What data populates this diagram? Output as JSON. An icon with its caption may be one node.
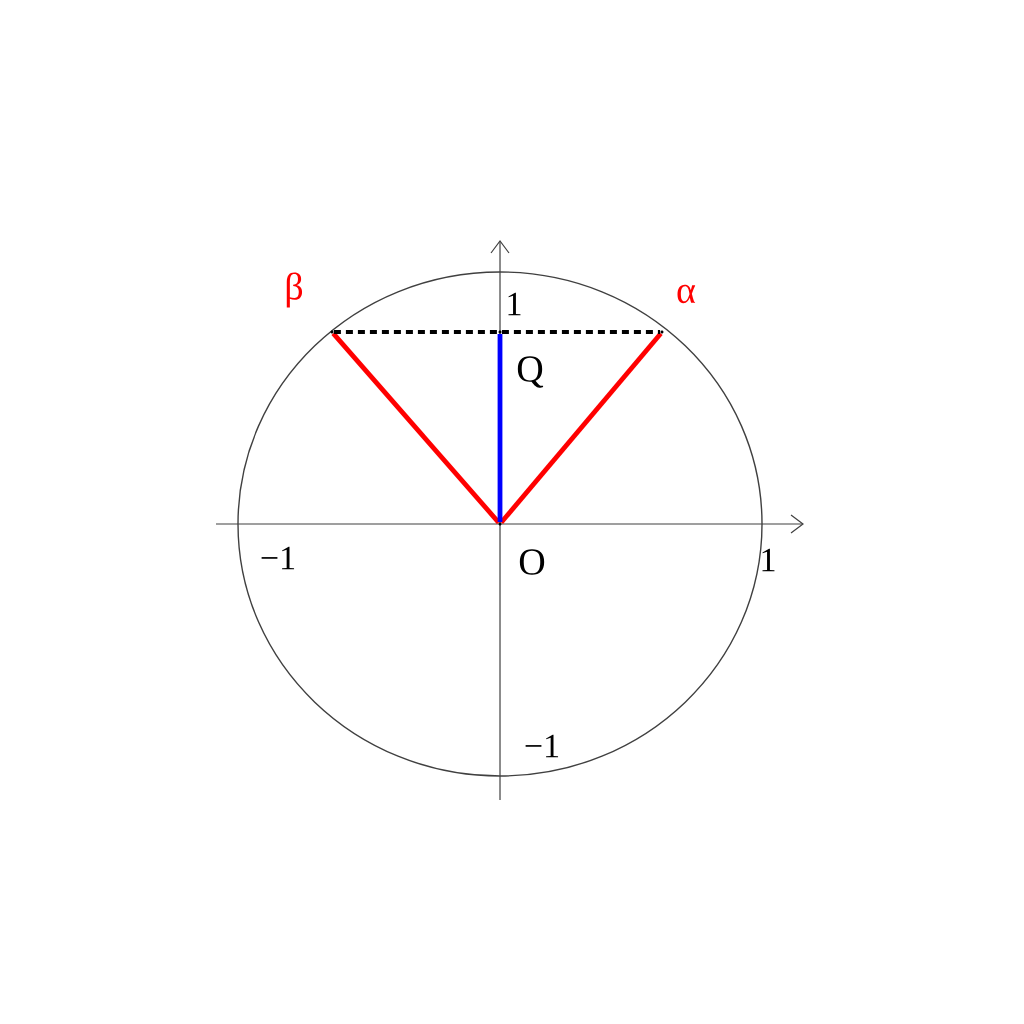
{
  "diagram": {
    "nodes": [
      {
        "text": [],
        "shape": "point",
        "beside": [
          "O"
        ]
      },
      {
        "text": [],
        "shape": "point",
        "beside": [
          "α"
        ]
      },
      {
        "text": [],
        "shape": "point",
        "beside": [
          "β"
        ]
      },
      {
        "text": [],
        "shape": "point",
        "beside": [
          "Q"
        ]
      }
    ],
    "edges": [
      {
        "from": 0,
        "to": 1,
        "arrow": "none",
        "color": "#ff0000"
      },
      {
        "from": 0,
        "to": 2,
        "arrow": "none",
        "color": "#ff0000"
      },
      {
        "from": 0,
        "to": 3,
        "arrow": "none",
        "color": "#0000ff"
      },
      {
        "from": 2,
        "to": 1,
        "arrow": "none",
        "style": "dashed",
        "color": "#000000"
      }
    ],
    "labels": [
      "1",
      "−1",
      "1",
      "−1"
    ]
  }
}
